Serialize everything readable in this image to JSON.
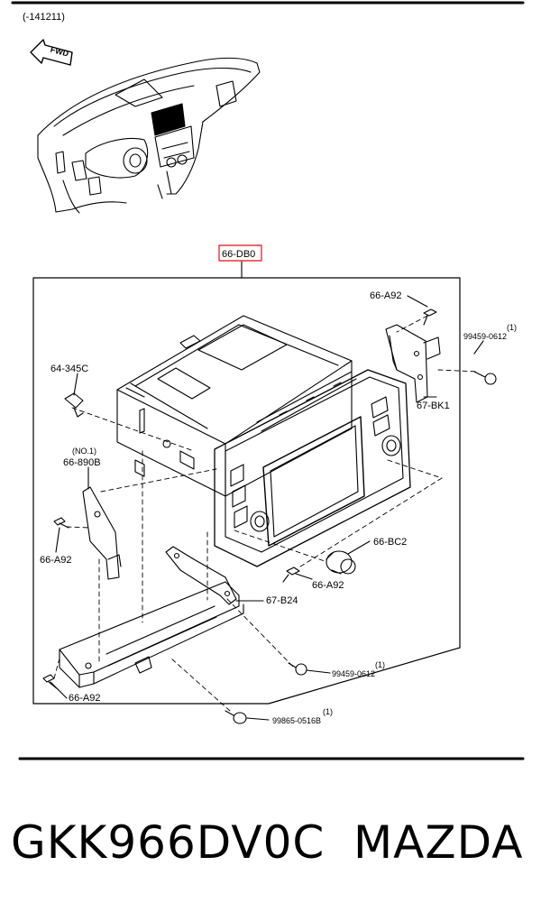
{
  "diagram": {
    "date_code": "(-141211)",
    "fwd_label": "FWD",
    "main_ref": "66-DB0",
    "callouts": {
      "a92_top": "66-A92",
      "bolt_top_code": "99459-0612",
      "bolt_top_qty": "(1)",
      "c345": "64-345C",
      "bk1": "67-BK1",
      "no1": "(NO.1)",
      "b890": "66-890B",
      "a92_left": "66-A92",
      "bc2": "66-BC2",
      "a92_mid": "66-A92",
      "b24": "67-B24",
      "bolt_mid_code": "99459-0612",
      "bolt_mid_qty": "(1)",
      "a92_bottom": "66-A92",
      "bolt_bottom_code": "99865-0516B",
      "bolt_bottom_qty": "(1)"
    }
  },
  "footer": {
    "part_number": "GKK966DV0C",
    "brand": "MAZDA"
  },
  "colors": {
    "highlight": "#e8323c",
    "line": "#000000",
    "fill": "#ffffff"
  }
}
